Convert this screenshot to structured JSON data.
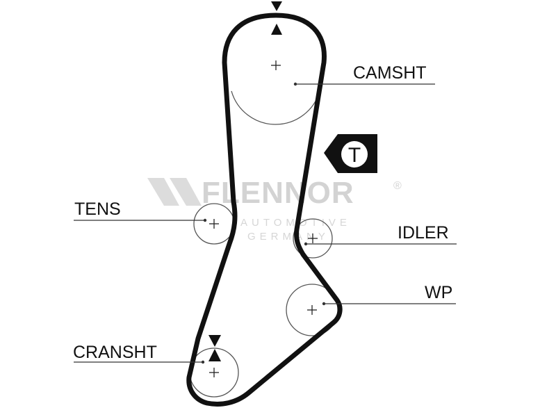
{
  "labels": {
    "camshaft": "CAMSHT",
    "tensioner": "TENS",
    "idler": "IDLER",
    "water_pump": "WP",
    "crankshaft": "CRANSHT"
  },
  "timing_symbol": "T",
  "watermark": {
    "brand": "FLENNOR",
    "registered": "®",
    "line1": "AUTOMOTIVE",
    "line2": "GERMANY"
  },
  "colors": {
    "belt": "#111111",
    "pulley_outline": "#555555",
    "leader_line": "#333333",
    "watermark": "#d3d3d3"
  }
}
